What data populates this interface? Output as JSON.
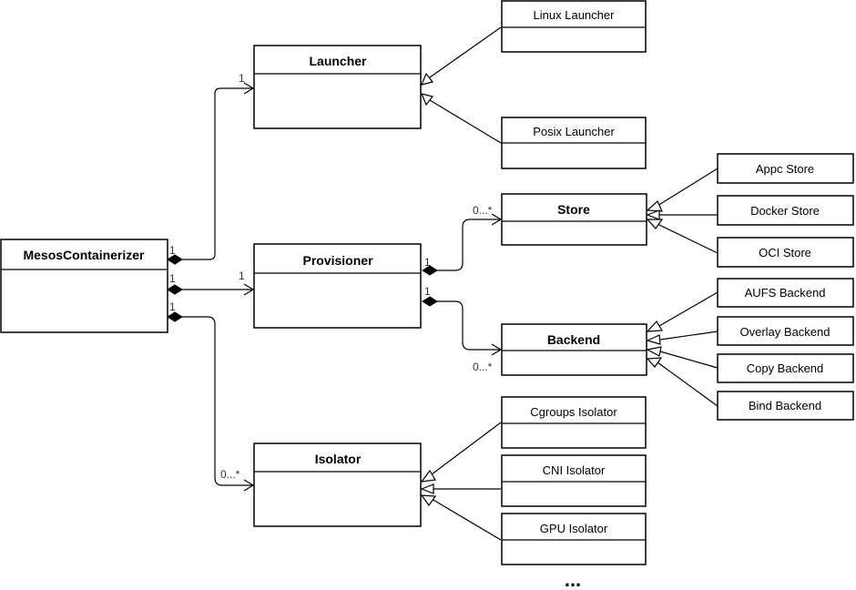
{
  "classes": {
    "mesos_containerizer": "MesosContainerizer",
    "launcher": "Launcher",
    "provisioner": "Provisioner",
    "isolator": "Isolator",
    "store": "Store",
    "backend": "Backend",
    "linux_launcher": "Linux Launcher",
    "posix_launcher": "Posix Launcher",
    "appc_store": "Appc Store",
    "docker_store": "Docker Store",
    "oci_store": "OCI Store",
    "aufs_backend": "AUFS Backend",
    "overlay_backend": "Overlay Backend",
    "copy_backend": "Copy Backend",
    "bind_backend": "Bind Backend",
    "cgroups_isolator": "Cgroups Isolator",
    "cni_isolator": "CNI Isolator",
    "gpu_isolator": "GPU Isolator"
  },
  "multiplicities": {
    "containerizer_launcher_src": "1",
    "containerizer_launcher_dst": "1",
    "containerizer_provisioner_src": "1",
    "containerizer_provisioner_dst": "1",
    "containerizer_isolator_src": "1",
    "containerizer_isolator_dst": "0...*",
    "provisioner_store_src": "1",
    "provisioner_store_dst": "0...*",
    "provisioner_backend_src": "1",
    "provisioner_backend_dst": "0...*"
  },
  "more_indicator": "..."
}
